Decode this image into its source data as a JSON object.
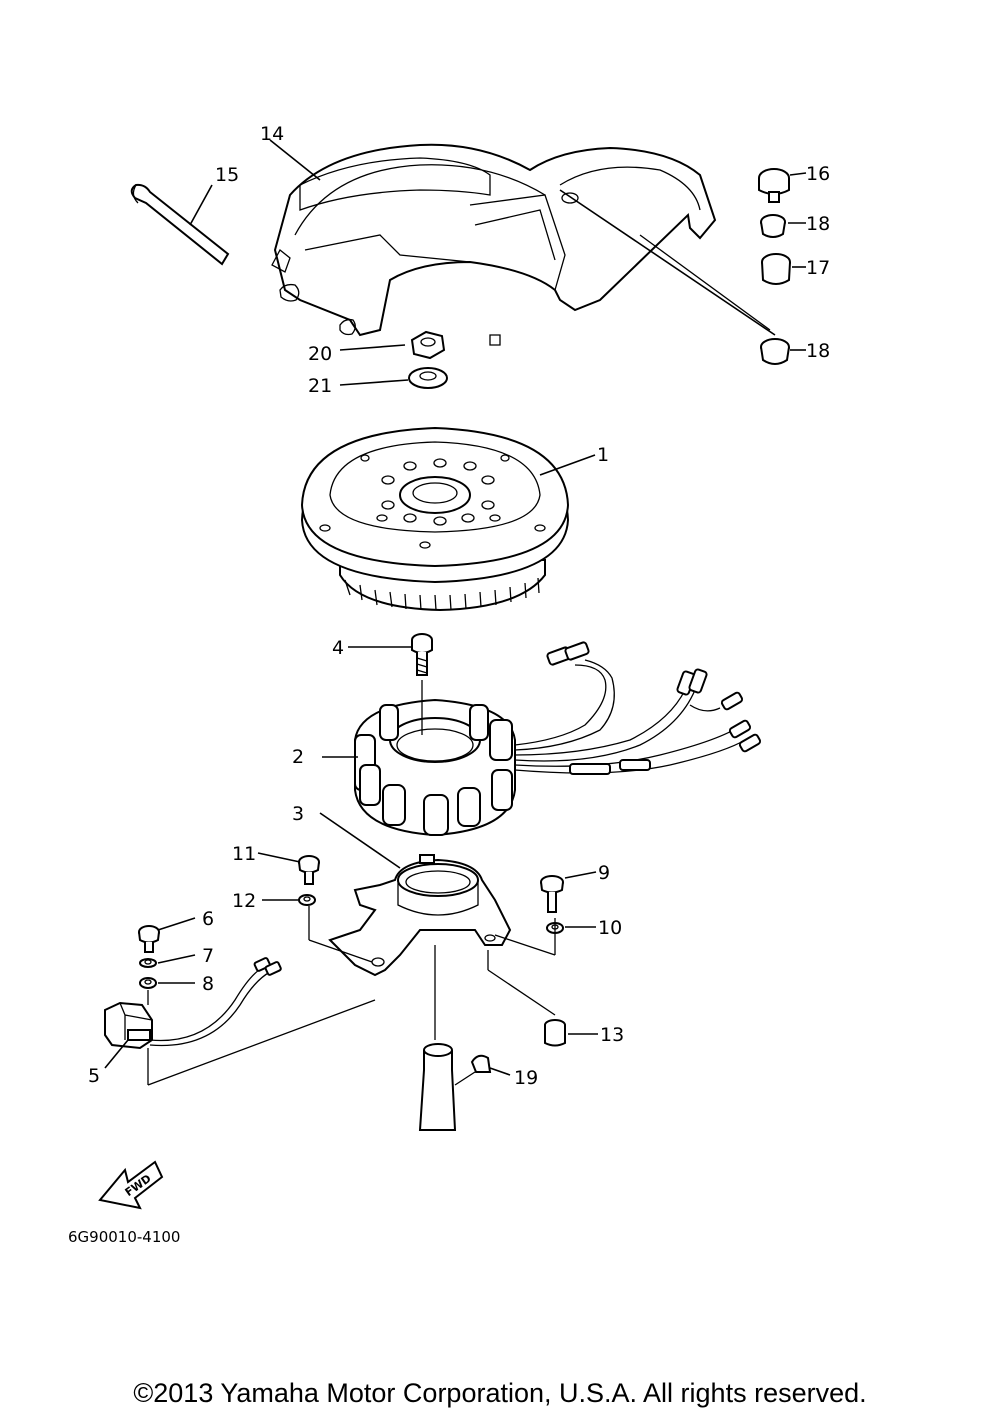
{
  "callouts": {
    "c1": "1",
    "c2": "2",
    "c3": "3",
    "c4": "4",
    "c5": "5",
    "c6": "6",
    "c7": "7",
    "c8": "8",
    "c9": "9",
    "c10": "10",
    "c11": "11",
    "c12": "12",
    "c13": "13",
    "c14": "14",
    "c15": "15",
    "c16": "16",
    "c17": "17",
    "c18a": "18",
    "c18b": "18",
    "c19": "19",
    "c20": "20",
    "c21": "21"
  },
  "fwd_label": "FWD",
  "part_code": "6G90010-4100",
  "copyright": "©2013 Yamaha Motor Corporation, U.S.A. All rights reserved."
}
